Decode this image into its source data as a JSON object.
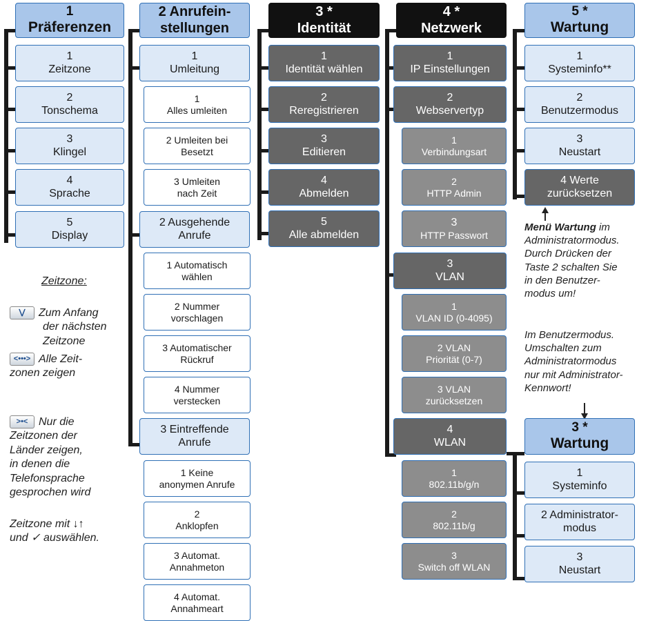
{
  "col1": {
    "head": {
      "num": "1",
      "label": "Präferenzen"
    },
    "items": [
      {
        "num": "1",
        "label": "Zeitzone"
      },
      {
        "num": "2",
        "label": "Tonschema"
      },
      {
        "num": "3",
        "label": "Klingel"
      },
      {
        "num": "4",
        "label": "Sprache"
      },
      {
        "num": "5",
        "label": "Display"
      }
    ]
  },
  "col2": {
    "head": {
      "line1": "2  Anrufein-",
      "line2": "stellungen"
    },
    "groups": [
      {
        "head1": "1",
        "head2": "Umleitung",
        "items": [
          {
            "l1": "1",
            "l2": "Alles umleiten"
          },
          {
            "l1": "2  Umleiten bei",
            "l2": "Besetzt"
          },
          {
            "l1": "3  Umleiten",
            "l2": "nach Zeit"
          }
        ]
      },
      {
        "head1": "2  Ausgehende",
        "head2": "Anrufe",
        "items": [
          {
            "l1": "1  Automatisch",
            "l2": "wählen"
          },
          {
            "l1": "2  Nummer",
            "l2": "vorschlagen"
          },
          {
            "l1": "3  Automatischer",
            "l2": "Rückruf"
          },
          {
            "l1": "4  Nummer",
            "l2": "verstecken"
          }
        ]
      },
      {
        "head1": "3  Eintreffende",
        "head2": "Anrufe",
        "items": [
          {
            "l1": "1  Keine",
            "l2": "anonymen Anrufe"
          },
          {
            "l1": "2",
            "l2": "Anklopfen"
          },
          {
            "l1": "3  Automat.",
            "l2": "Annahmeton"
          },
          {
            "l1": "4  Automat.",
            "l2": "Annahmeart"
          }
        ]
      }
    ]
  },
  "col3": {
    "head": {
      "num": "3 *",
      "label": "Identität"
    },
    "items": [
      {
        "num": "1",
        "label": "Identität wählen"
      },
      {
        "num": "2",
        "label": "Reregistrieren"
      },
      {
        "num": "3",
        "label": "Editieren"
      },
      {
        "num": "4",
        "label": "Abmelden"
      },
      {
        "num": "5",
        "label": "Alle abmelden"
      }
    ]
  },
  "col4": {
    "head": {
      "num": "4 *",
      "label": "Netzwerk"
    },
    "items": [
      {
        "num": "1",
        "label": "IP Einstellungen"
      },
      {
        "num": "2",
        "label": "Webservertyp"
      },
      {
        "num": "3",
        "label": "VLAN"
      },
      {
        "num": "4",
        "label": "WLAN"
      }
    ],
    "web_sub": [
      {
        "num": "1",
        "label": "Verbindungsart"
      },
      {
        "num": "2",
        "label": "HTTP Admin"
      },
      {
        "num": "3",
        "label": "HTTP Passwort"
      }
    ],
    "vlan_sub": [
      {
        "l1": "1",
        "l2": "VLAN ID (0-4095)"
      },
      {
        "l1": "2  VLAN",
        "l2": "Priorität (0-7)"
      },
      {
        "l1": "3  VLAN",
        "l2": "zurücksetzen"
      }
    ],
    "wlan_sub": [
      {
        "num": "1",
        "label": "802.11b/g/n"
      },
      {
        "num": "2",
        "label": "802.11b/g"
      },
      {
        "num": "3",
        "label": "Switch off WLAN"
      }
    ]
  },
  "col5": {
    "head": {
      "num": "5 *",
      "label": "Wartung"
    },
    "items": [
      {
        "num": "1",
        "label": "Systeminfo**"
      },
      {
        "num": "2",
        "label": "Benutzermodus"
      },
      {
        "num": "3",
        "label": "Neustart"
      }
    ],
    "reset": {
      "l1": "4   Werte",
      "l2": "zurücksetzen"
    },
    "note1_bold": "Menü Wartung",
    "note1_rest": [
      " im",
      "Administratormodus.",
      "Durch Drücken der",
      "Taste 2 schalten Sie",
      "in den Benutzer-",
      "modus um!"
    ],
    "note2": [
      "Im Benutzermodus.",
      "Umschalten zum",
      "Administratormodus",
      "nur mit Administrator-",
      "Kennwort!"
    ]
  },
  "col6": {
    "head": {
      "num": "3 *",
      "label": "Wartung"
    },
    "items": [
      {
        "l1": "1",
        "l2": "Systeminfo"
      },
      {
        "l1": "2  Administrator-",
        "l2": "modus"
      },
      {
        "l1": "3",
        "l2": "Neustart"
      }
    ]
  },
  "legend": {
    "title": "Zeitzone:",
    "k1_icon": "chevron-down-key-icon",
    "k1_lines": [
      "Zum Anfang",
      "der nächsten",
      "Zeitzone"
    ],
    "k2_icon": "ellipsis-key-icon",
    "k2_lines": [
      "Alle Zeit-",
      "zonen zeigen"
    ],
    "k3_icon": "arrows-in-key-icon",
    "k3_lines": [
      "Nur die",
      "Zeitzonen der",
      "Länder  zeigen,",
      "in denen die",
      "Telefonsprache",
      "gesprochen wird"
    ],
    "tip_line1": "Zeitzone mit",
    "tip_arrows": "↓↑",
    "tip_line2": "und ✓ auswählen."
  }
}
